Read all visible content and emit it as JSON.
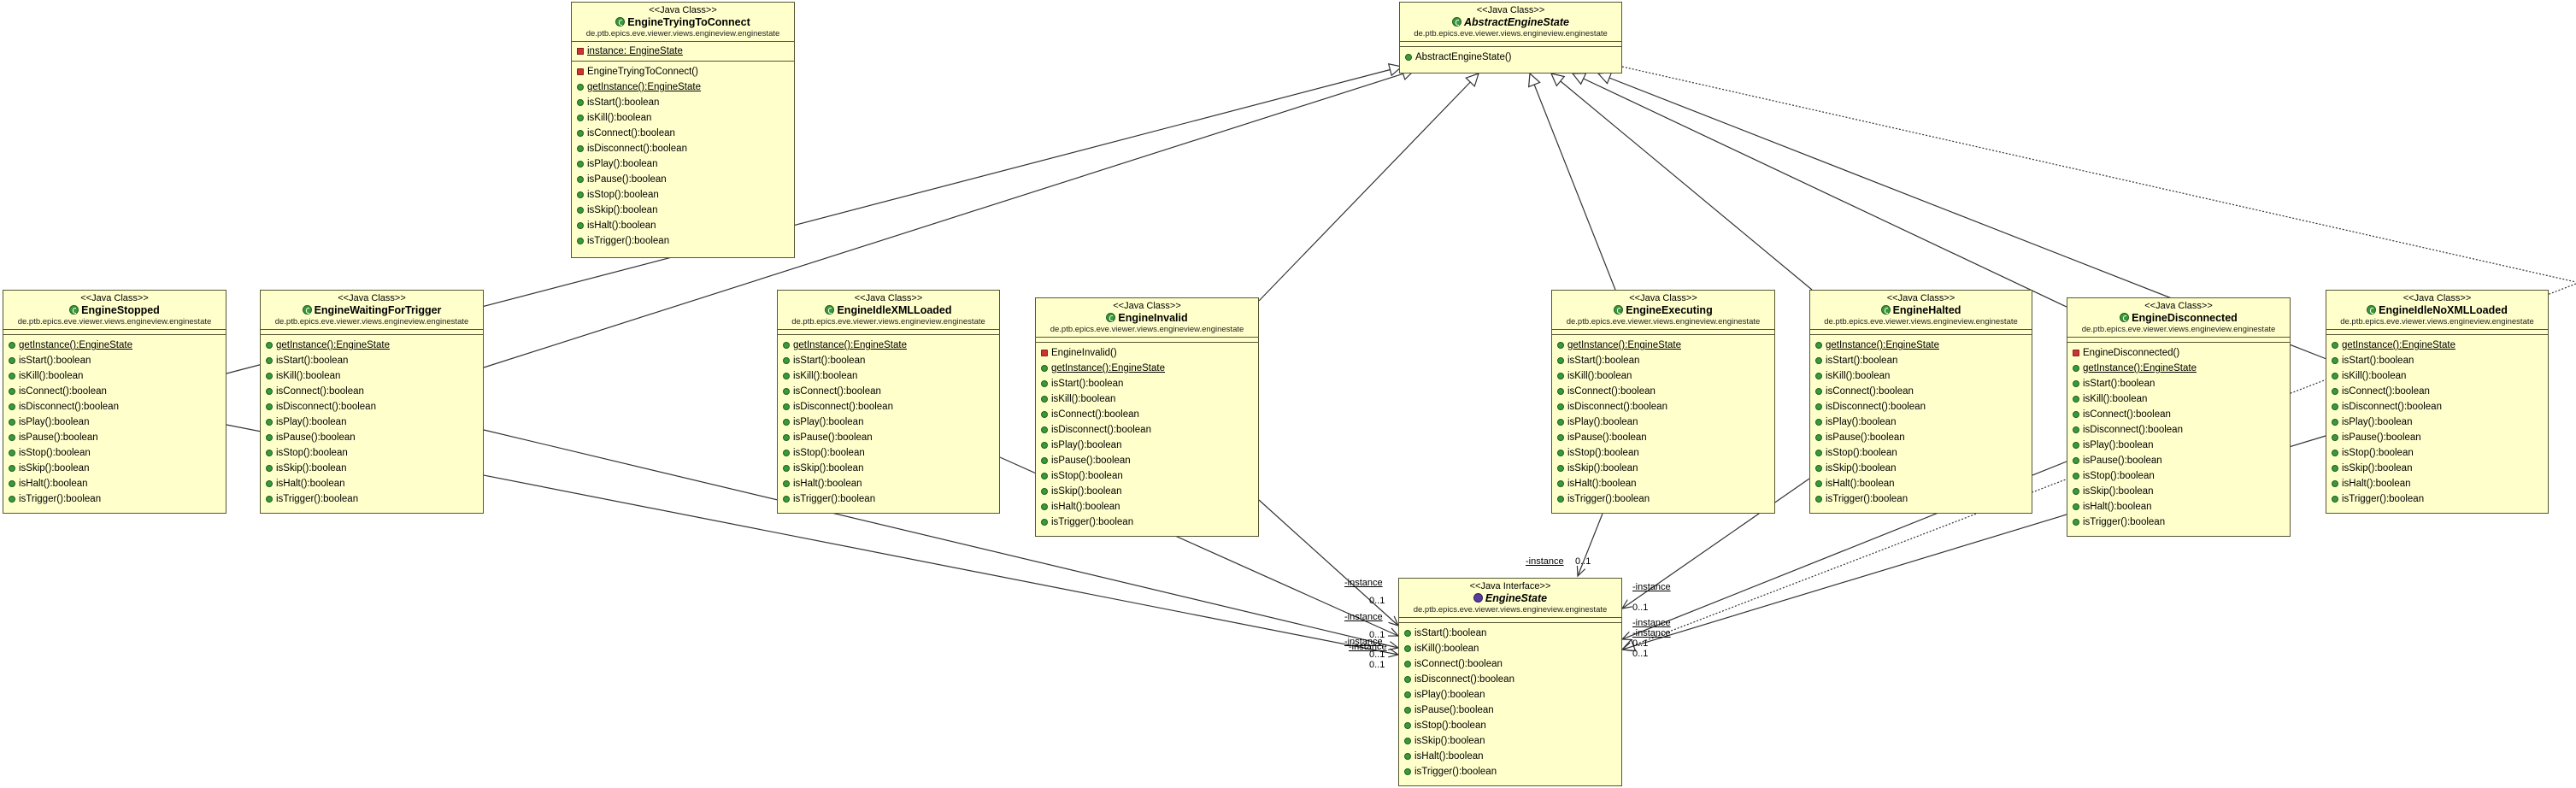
{
  "diagram": {
    "stereotype_class": "<<Java Class>>",
    "stereotype_interface": "<<Java Interface>>",
    "package": "de.ptb.epics.eve.viewer.views.engineview.enginestate",
    "instance_field": "instance: EngineState",
    "role_label": "-instance",
    "multiplicity": "0..1",
    "classes": [
      {
        "name": "EngineTryingToConnect",
        "ops": [
          "EngineTryingToConnect()",
          "getInstance():EngineState",
          "isStart():boolean",
          "isKill():boolean",
          "isConnect():boolean",
          "isDisconnect():boolean",
          "isPlay():boolean",
          "isPause():boolean",
          "isStop():boolean",
          "isSkip():boolean",
          "isHalt():boolean",
          "isTrigger():boolean"
        ]
      },
      {
        "name": "AbstractEngineState",
        "ops": [
          "AbstractEngineState()"
        ]
      },
      {
        "name": "EngineStopped",
        "ops": [
          "getInstance():EngineState",
          "isStart():boolean",
          "isKill():boolean",
          "isConnect():boolean",
          "isDisconnect():boolean",
          "isPlay():boolean",
          "isPause():boolean",
          "isStop():boolean",
          "isSkip():boolean",
          "isHalt():boolean",
          "isTrigger():boolean"
        ]
      },
      {
        "name": "EngineWaitingForTrigger",
        "ops": [
          "getInstance():EngineState",
          "isStart():boolean",
          "isKill():boolean",
          "isConnect():boolean",
          "isDisconnect():boolean",
          "isPlay():boolean",
          "isPause():boolean",
          "isStop():boolean",
          "isSkip():boolean",
          "isHalt():boolean",
          "isTrigger():boolean"
        ]
      },
      {
        "name": "EngineIdleXMLLoaded",
        "ops": [
          "getInstance():EngineState",
          "isStart():boolean",
          "isKill():boolean",
          "isConnect():boolean",
          "isDisconnect():boolean",
          "isPlay():boolean",
          "isPause():boolean",
          "isStop():boolean",
          "isSkip():boolean",
          "isHalt():boolean",
          "isTrigger():boolean"
        ]
      },
      {
        "name": "EngineInvalid",
        "ops": [
          "EngineInvalid()",
          "getInstance():EngineState",
          "isStart():boolean",
          "isKill():boolean",
          "isConnect():boolean",
          "isDisconnect():boolean",
          "isPlay():boolean",
          "isPause():boolean",
          "isStop():boolean",
          "isSkip():boolean",
          "isHalt():boolean",
          "isTrigger():boolean"
        ]
      },
      {
        "name": "EngineExecuting",
        "ops": [
          "getInstance():EngineState",
          "isStart():boolean",
          "isKill():boolean",
          "isConnect():boolean",
          "isDisconnect():boolean",
          "isPlay():boolean",
          "isPause():boolean",
          "isStop():boolean",
          "isSkip():boolean",
          "isHalt():boolean",
          "isTrigger():boolean"
        ]
      },
      {
        "name": "EngineHalted",
        "ops": [
          "getInstance():EngineState",
          "isStart():boolean",
          "isKill():boolean",
          "isConnect():boolean",
          "isDisconnect():boolean",
          "isPlay():boolean",
          "isPause():boolean",
          "isStop():boolean",
          "isSkip():boolean",
          "isHalt():boolean",
          "isTrigger():boolean"
        ]
      },
      {
        "name": "EngineDisconnected",
        "ops": [
          "EngineDisconnected()",
          "getInstance():EngineState",
          "isStart():boolean",
          "isKill():boolean",
          "isConnect():boolean",
          "isDisconnect():boolean",
          "isPlay():boolean",
          "isPause():boolean",
          "isStop():boolean",
          "isSkip():boolean",
          "isHalt():boolean",
          "isTrigger():boolean"
        ]
      },
      {
        "name": "EngineIdleNoXMLLoaded",
        "ops": [
          "getInstance():EngineState",
          "isStart():boolean",
          "isKill():boolean",
          "isConnect():boolean",
          "isDisconnect():boolean",
          "isPlay():boolean",
          "isPause():boolean",
          "isStop():boolean",
          "isSkip():boolean",
          "isHalt():boolean",
          "isTrigger():boolean"
        ]
      },
      {
        "name": "EngineState",
        "ops": [
          "isStart():boolean",
          "isKill():boolean",
          "isConnect():boolean",
          "isDisconnect():boolean",
          "isPlay():boolean",
          "isPause():boolean",
          "isStop():boolean",
          "isSkip():boolean",
          "isHalt():boolean",
          "isTrigger():boolean"
        ]
      }
    ]
  }
}
